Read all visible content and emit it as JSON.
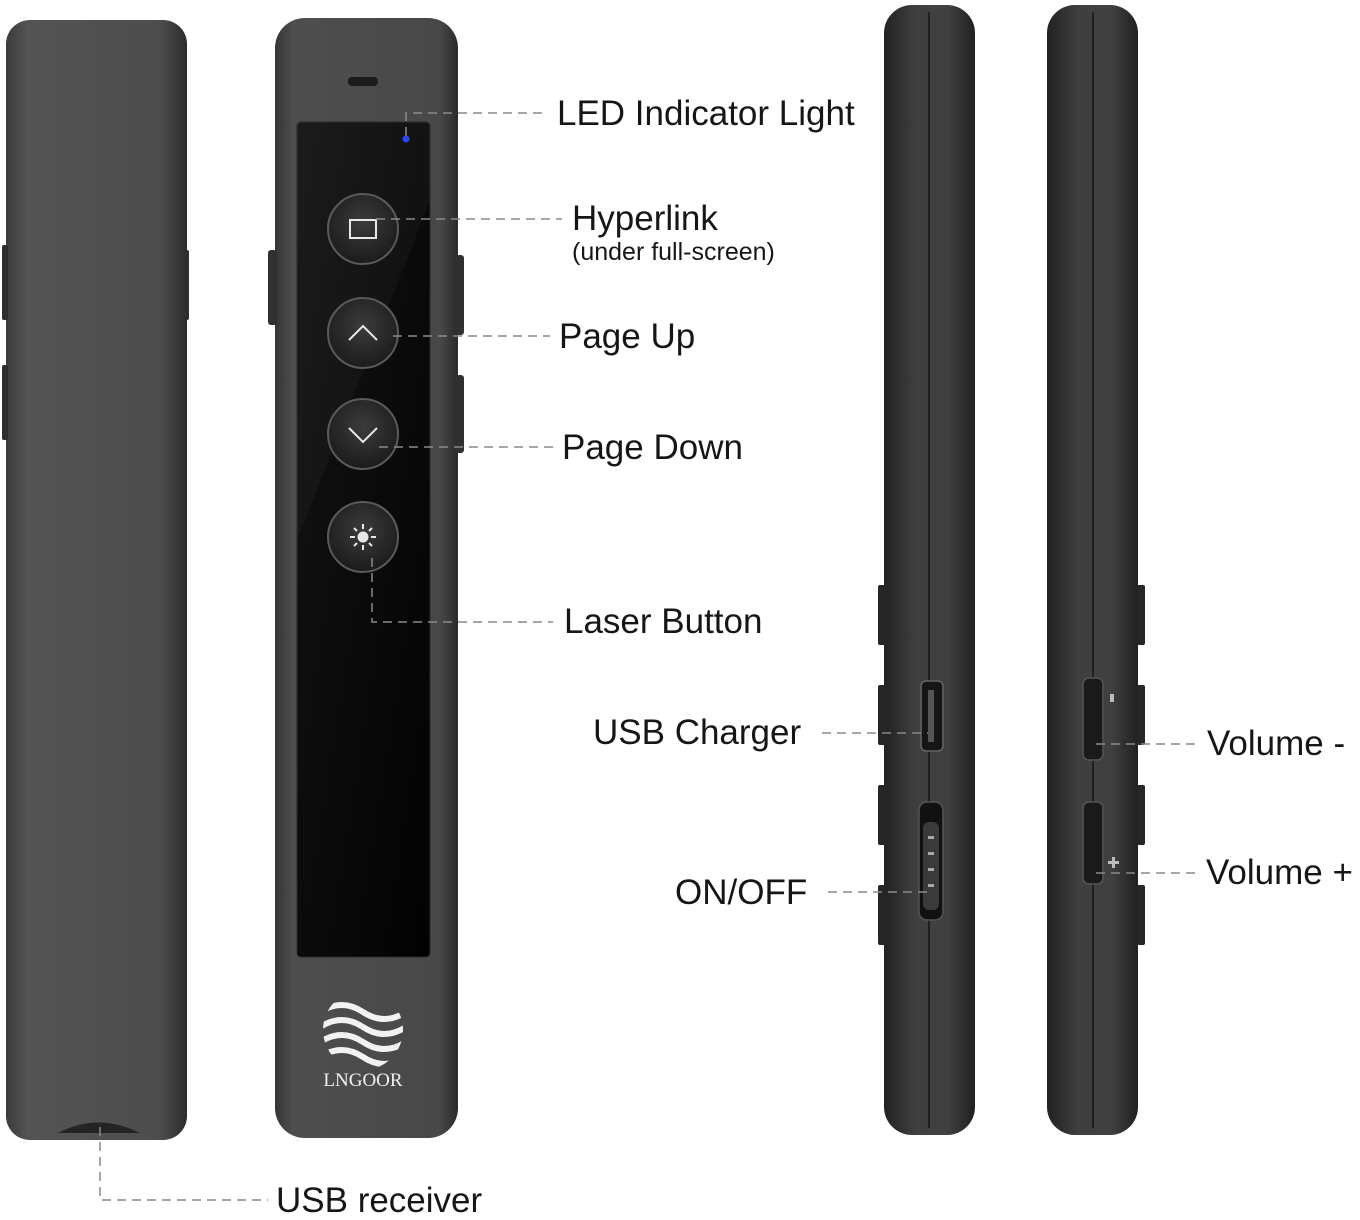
{
  "labels": {
    "led": "LED Indicator Light",
    "hyperlink": "Hyperlink",
    "hyperlink_note": "(under full-screen)",
    "page_up": "Page Up",
    "page_down": "Page Down",
    "laser": "Laser Button",
    "usb_charger": "USB Charger",
    "on_off": "ON/OFF",
    "volume_minus": "Volume -",
    "volume_plus": "Volume +",
    "usb_receiver": "USB receiver"
  },
  "brand": {
    "logo_text": "LNGOOR"
  },
  "colors": {
    "body": "#4a4a4a",
    "screen": "#060606",
    "led": "#2b45ff",
    "leader_line": "#8a8a8a"
  }
}
